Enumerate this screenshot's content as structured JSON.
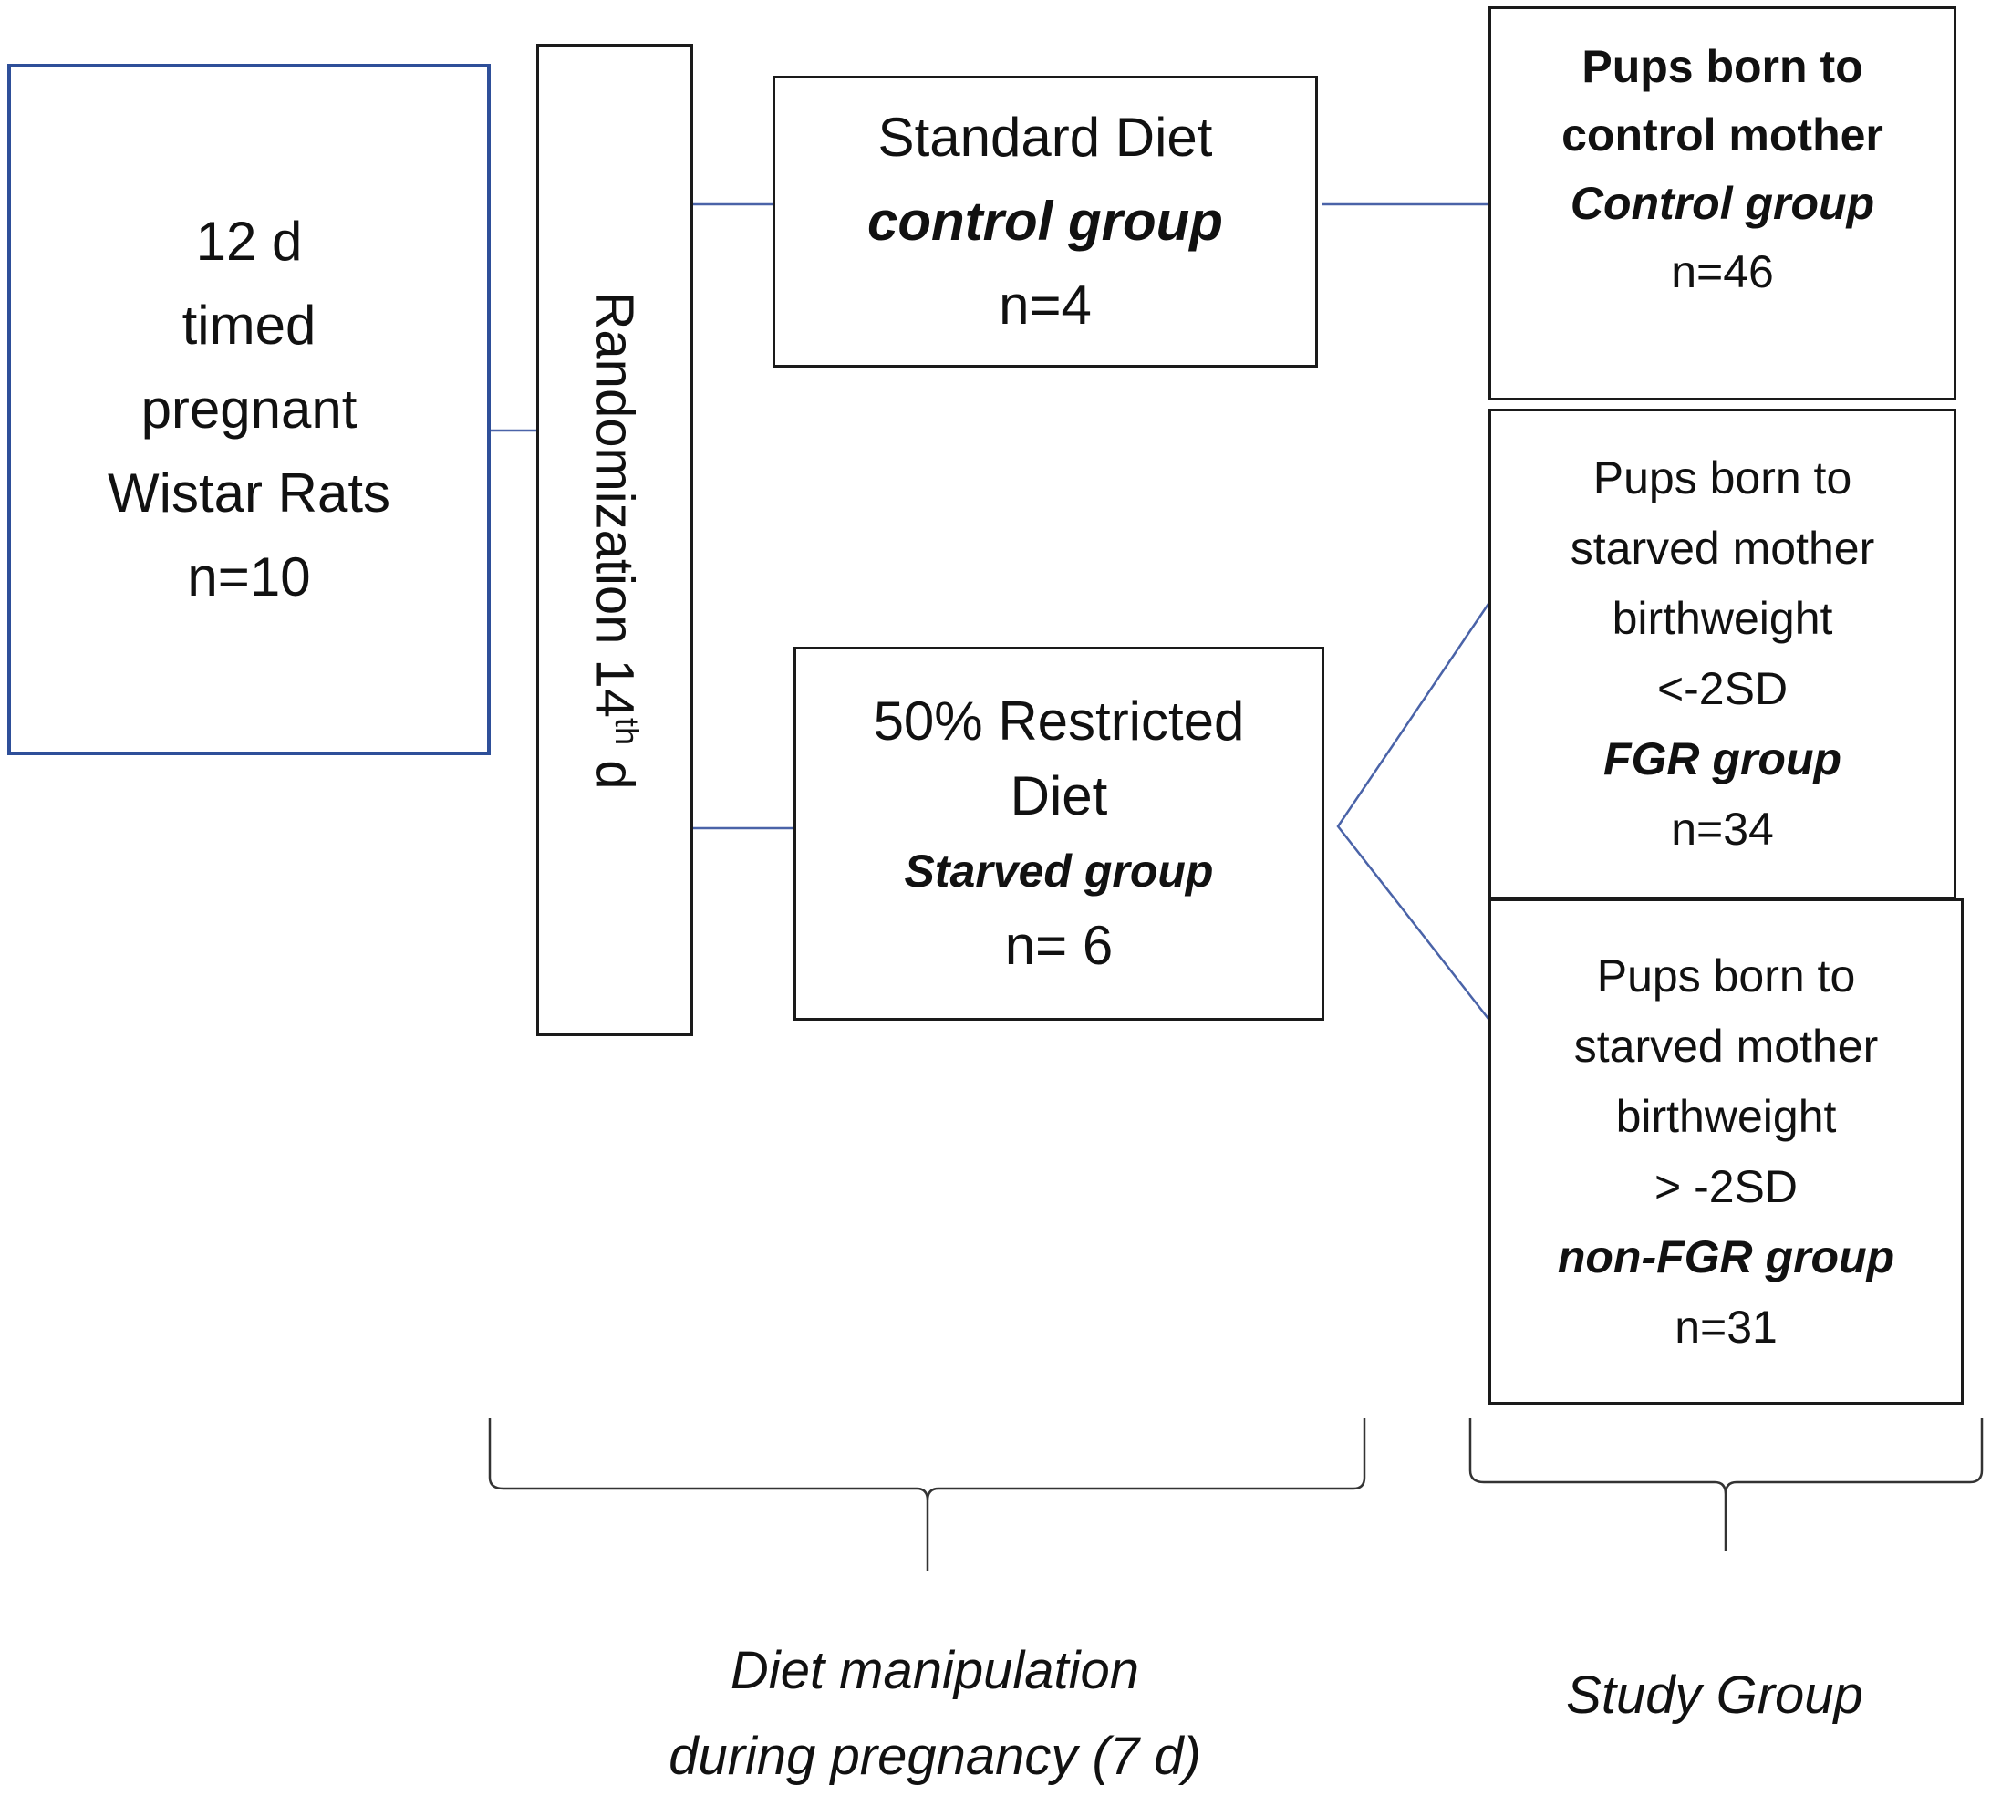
{
  "start": {
    "lines": [
      "12 d",
      "timed",
      "pregnant",
      "Wistar Rats",
      "n=10"
    ]
  },
  "randomization": {
    "label": "Randomization 14",
    "superscript": "th",
    "suffix": " d"
  },
  "standard_diet": {
    "title": "Standard Diet",
    "group": "control group",
    "n": "n=4"
  },
  "restricted_diet": {
    "title_line1": "50% Restricted",
    "title_line2": "Diet",
    "group": "Starved group",
    "n": "n= 6"
  },
  "control_pups": {
    "line1": "Pups born to",
    "line2": "control mother",
    "group": "Control group",
    "n": "n=46"
  },
  "fgr_pups": {
    "line1": "Pups born to",
    "line2": "starved mother",
    "line3": "birthweight",
    "line4": "<-2SD",
    "group": "FGR group",
    "n": "n=34"
  },
  "nonfgr_pups": {
    "line1": "Pups born to",
    "line2": "starved mother",
    "line3": "birthweight",
    "line4": "> -2SD",
    "group": "non-FGR group",
    "n": "n=31"
  },
  "captions": {
    "diet_line1": "Diet manipulation",
    "diet_line2": "during pregnancy (7 d)",
    "study": "Study Group"
  },
  "colors": {
    "connector": "#4a63a8",
    "start_border": "#2e4f99",
    "box_border": "#1a1a1a",
    "brace": "#333333"
  }
}
